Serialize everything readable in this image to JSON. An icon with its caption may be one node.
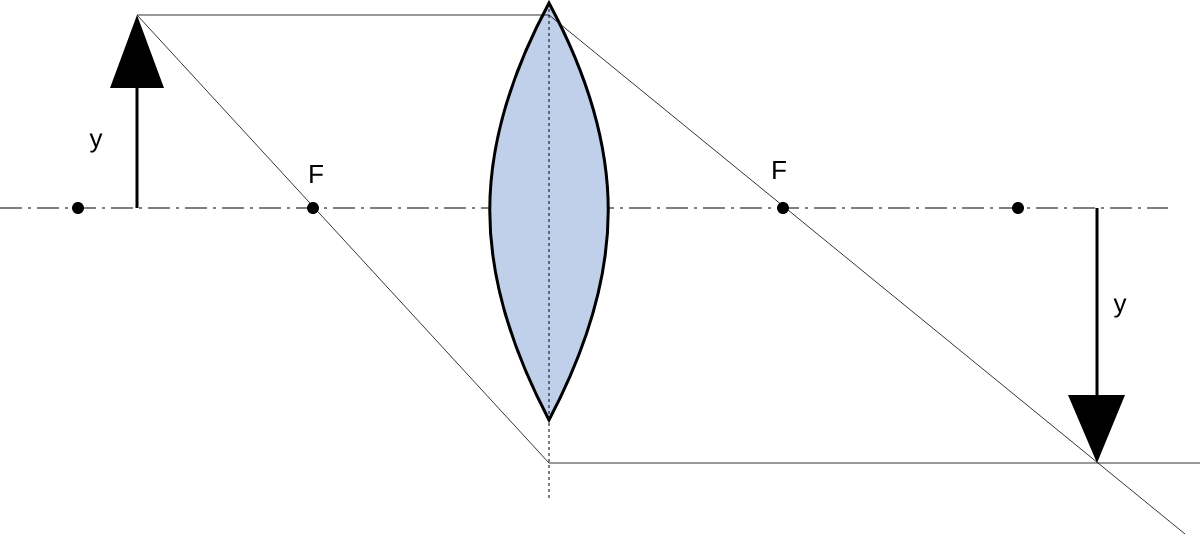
{
  "diagram": {
    "labels": [
      "y",
      "F",
      "F",
      "y"
    ]
  }
}
